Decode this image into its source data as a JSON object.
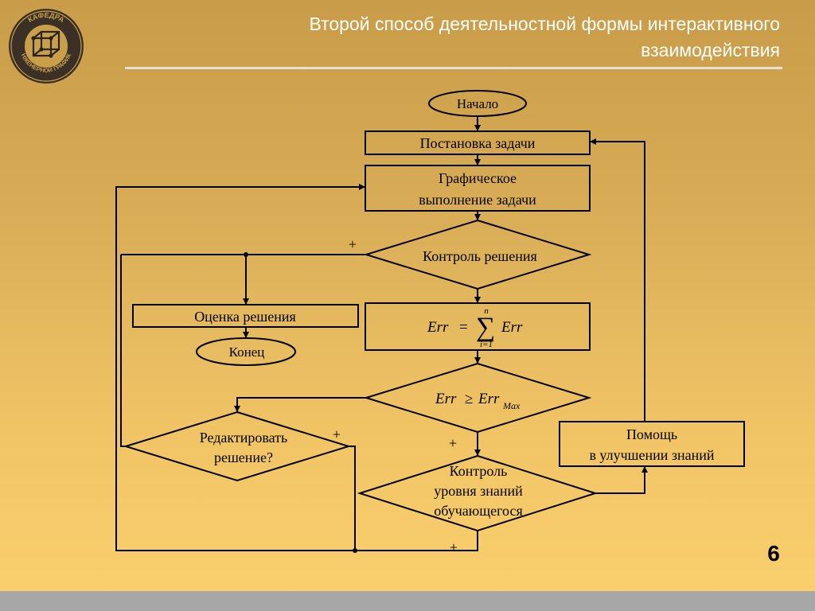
{
  "header": {
    "title": "Второй способ деятельностной формы интерактивного взаимодействия"
  },
  "logo": {
    "text_top": "КАФЕДРА",
    "text_bottom": "ИНЖЕНЕРНОЙ ГРАФИКИ"
  },
  "flowchart": {
    "start": "Начало",
    "task_setup": "Постановка задачи",
    "graphic_line1": "Графическое",
    "graphic_line2": "выполнение задачи",
    "control_solution": "Контроль решения",
    "evaluate_solution": "Оценка решения",
    "end": "Конец",
    "formula_sum": {
      "lhs": "Err",
      "eq": "=",
      "sum_top": "n",
      "sum_bottom": "i=1",
      "rhs": "Err"
    },
    "formula_compare": {
      "lhs": "Err",
      "op": "≥",
      "rhs": "Err",
      "rhs_sub": "Max"
    },
    "edit_line1": "Редактировать",
    "edit_line2": "решение?",
    "knowledge_line1": "Контроль",
    "knowledge_line2": "уровня знаний",
    "knowledge_line3": "обучающегося",
    "help_line1": "Помощь",
    "help_line2": "в улучшении знаний",
    "plus": "+"
  },
  "page_number": "6",
  "colors": {
    "background_top": "#c89c48",
    "background_bottom": "#fbd06e",
    "header_text": "#ffffff",
    "rule": "#e6e0d6",
    "footer_bar": "#a7a7a7"
  }
}
